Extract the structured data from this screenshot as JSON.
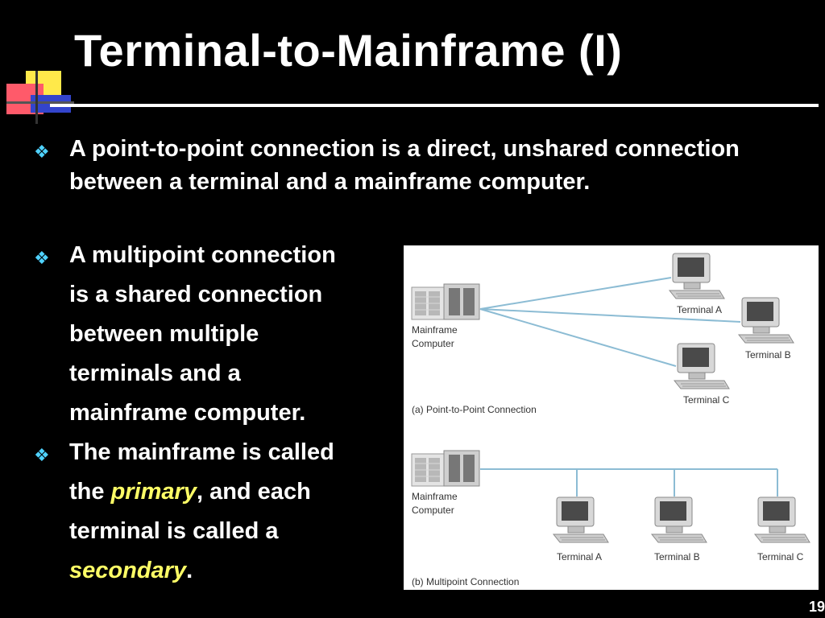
{
  "slide": {
    "title": "Terminal-to-Mainframe (I)",
    "page_number": "19"
  },
  "bullets": {
    "b1_text": "A point-to-point connection is a direct, unshared connection between a terminal and a mainframe computer.",
    "b2_lines": [
      "A multipoint connection",
      "is a shared connection",
      "between multiple",
      "terminals and a",
      "mainframe computer."
    ],
    "b3_line1": "The mainframe is called",
    "b3_the": "the ",
    "b3_primary": "primary",
    "b3_after_primary": ", and each",
    "b3_line3": "terminal is called a",
    "b3_secondary": "secondary",
    "b3_period": "."
  },
  "figure": {
    "a_mainframe_line1": "Mainframe",
    "a_mainframe_line2": "Computer",
    "a_terminal_a": "Terminal A",
    "a_terminal_b": "Terminal B",
    "a_terminal_c": "Terminal C",
    "a_caption": "(a) Point-to-Point Connection",
    "b_mainframe_line1": "Mainframe",
    "b_mainframe_line2": "Computer",
    "b_terminal_a": "Terminal A",
    "b_terminal_b": "Terminal B",
    "b_terminal_c": "Terminal C",
    "b_caption": "(b) Multipoint Connection"
  },
  "colors": {
    "bullet_mark": "#4fd2ff",
    "highlight": "#ffff66",
    "link_line": "#8cbcd4"
  },
  "icons": {
    "bullet": "diamond-bullet-icon",
    "mainframe": "mainframe-icon",
    "terminal": "terminal-icon"
  }
}
